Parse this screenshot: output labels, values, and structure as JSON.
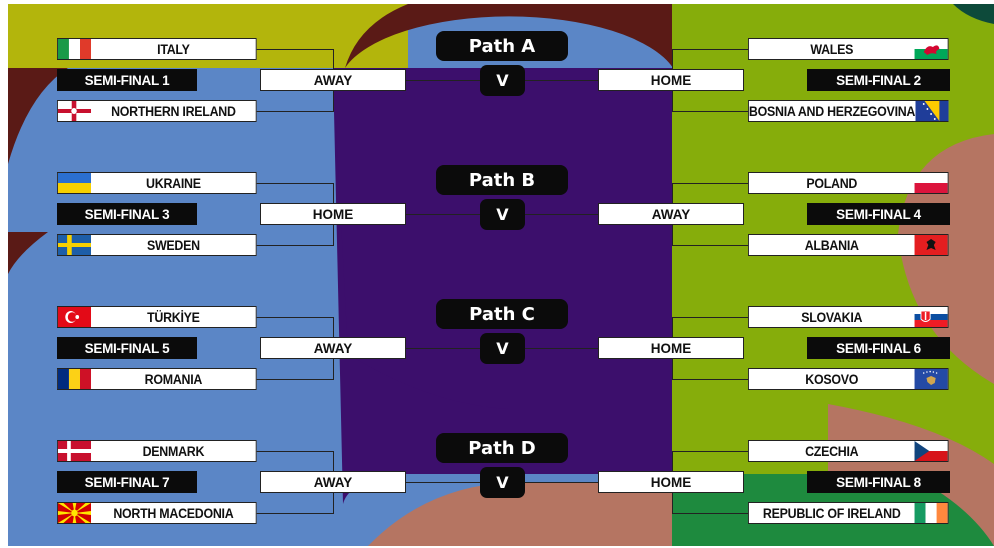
{
  "colors": {
    "olive": "#b3b50c",
    "maroon": "#5a1a16",
    "blue": "#5b86c6",
    "purple": "#3c0f6c",
    "green": "#86ad0b",
    "brown": "#b57562",
    "darkgreen": "#1e8a3e",
    "teal": "#0d4a3a"
  },
  "paths": [
    {
      "title": "Path A",
      "vs": "V",
      "left": {
        "team1": {
          "name": "ITALY",
          "flag": "italy"
        },
        "semi": "SEMI-FINAL 1",
        "team2": {
          "name": "NORTHERN IRELAND",
          "flag": "northern-ireland"
        },
        "venue": "AWAY"
      },
      "right": {
        "team1": {
          "name": "WALES",
          "flag": "wales"
        },
        "semi": "SEMI-FINAL 2",
        "team2": {
          "name": "BOSNIA AND HERZEGOVINA",
          "flag": "bosnia"
        },
        "venue": "HOME"
      }
    },
    {
      "title": "Path B",
      "vs": "V",
      "left": {
        "team1": {
          "name": "UKRAINE",
          "flag": "ukraine"
        },
        "semi": "SEMI-FINAL 3",
        "team2": {
          "name": "SWEDEN",
          "flag": "sweden"
        },
        "venue": "HOME"
      },
      "right": {
        "team1": {
          "name": "POLAND",
          "flag": "poland"
        },
        "semi": "SEMI-FINAL 4",
        "team2": {
          "name": "ALBANIA",
          "flag": "albania"
        },
        "venue": "AWAY"
      }
    },
    {
      "title": "Path C",
      "vs": "V",
      "left": {
        "team1": {
          "name": "TÜRKİYE",
          "flag": "turkiye"
        },
        "semi": "SEMI-FINAL 5",
        "team2": {
          "name": "ROMANIA",
          "flag": "romania"
        },
        "venue": "AWAY"
      },
      "right": {
        "team1": {
          "name": "SLOVAKIA",
          "flag": "slovakia"
        },
        "semi": "SEMI-FINAL 6",
        "team2": {
          "name": "KOSOVO",
          "flag": "kosovo"
        },
        "venue": "HOME"
      }
    },
    {
      "title": "Path D",
      "vs": "V",
      "left": {
        "team1": {
          "name": "DENMARK",
          "flag": "denmark"
        },
        "semi": "SEMI-FINAL 7",
        "team2": {
          "name": "NORTH MACEDONIA",
          "flag": "north-macedonia"
        },
        "venue": "AWAY"
      },
      "right": {
        "team1": {
          "name": "CZECHIA",
          "flag": "czechia"
        },
        "semi": "SEMI-FINAL 8",
        "team2": {
          "name": "REPUBLIC OF IRELAND",
          "flag": "ireland"
        },
        "venue": "HOME"
      }
    }
  ]
}
